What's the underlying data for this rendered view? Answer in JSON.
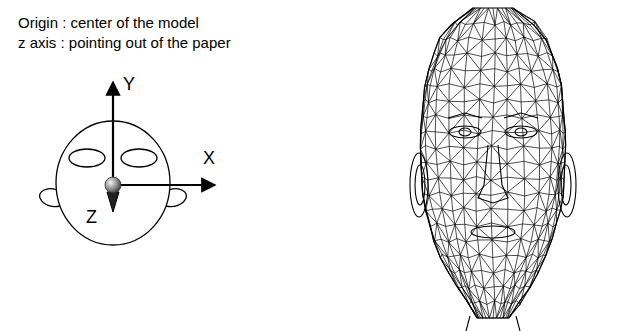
{
  "diagram": {
    "labels": [
      "Origin : center of the model",
      "z axis : pointing out of the paper",
      "Y",
      "X",
      "Z"
    ]
  }
}
